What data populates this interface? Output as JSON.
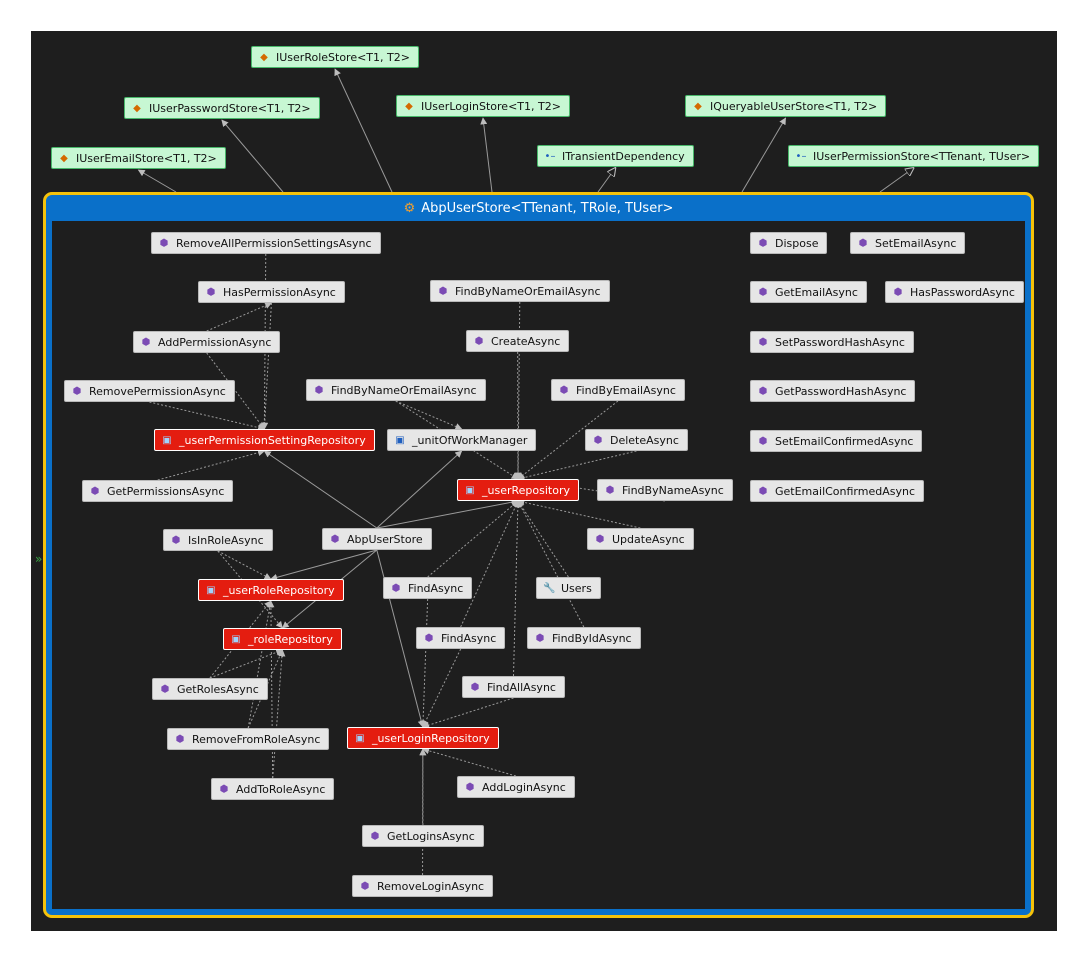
{
  "diagram": {
    "class_title": "AbpUserStore<TTenant, TRole, TUser>",
    "interfaces": [
      {
        "id": "i1",
        "label": "IUserRoleStore<T1, T2>"
      },
      {
        "id": "i2",
        "label": "IUserPasswordStore<T1, T2>"
      },
      {
        "id": "i3",
        "label": "IUserLoginStore<T1, T2>"
      },
      {
        "id": "i4",
        "label": "IQueryableUserStore<T1, T2>"
      },
      {
        "id": "i5",
        "label": "IUserEmailStore<T1, T2>"
      },
      {
        "id": "i6",
        "label": "ITransientDependency"
      },
      {
        "id": "i7",
        "label": "IUserPermissionStore<TTenant, TUser>"
      }
    ],
    "members": [
      {
        "id": "m1",
        "label": "RemoveAllPermissionSettingsAsync",
        "kind": "method"
      },
      {
        "id": "m2",
        "label": "HasPermissionAsync",
        "kind": "method"
      },
      {
        "id": "m3",
        "label": "FindByNameOrEmailAsync",
        "kind": "method"
      },
      {
        "id": "m4",
        "label": "AddPermissionAsync",
        "kind": "method"
      },
      {
        "id": "m5",
        "label": "CreateAsync",
        "kind": "method"
      },
      {
        "id": "m6",
        "label": "RemovePermissionAsync",
        "kind": "method"
      },
      {
        "id": "m7",
        "label": "FindByNameOrEmailAsync",
        "kind": "method"
      },
      {
        "id": "m8",
        "label": "FindByEmailAsync",
        "kind": "method"
      },
      {
        "id": "f1",
        "label": "_userPermissionSettingRepository",
        "kind": "field"
      },
      {
        "id": "f2",
        "label": "_unitOfWorkManager",
        "kind": "field-plain"
      },
      {
        "id": "m9",
        "label": "DeleteAsync",
        "kind": "method"
      },
      {
        "id": "m10",
        "label": "GetPermissionsAsync",
        "kind": "method"
      },
      {
        "id": "f3",
        "label": "_userRepository",
        "kind": "field"
      },
      {
        "id": "m11",
        "label": "FindByNameAsync",
        "kind": "method"
      },
      {
        "id": "m12",
        "label": "IsInRoleAsync",
        "kind": "method"
      },
      {
        "id": "m13",
        "label": "AbpUserStore",
        "kind": "method"
      },
      {
        "id": "m14",
        "label": "UpdateAsync",
        "kind": "method"
      },
      {
        "id": "f4",
        "label": "_userRoleRepository",
        "kind": "field"
      },
      {
        "id": "m15",
        "label": "FindAsync",
        "kind": "method"
      },
      {
        "id": "p1",
        "label": "Users",
        "kind": "property"
      },
      {
        "id": "f5",
        "label": "_roleRepository",
        "kind": "field"
      },
      {
        "id": "m16",
        "label": "FindAsync",
        "kind": "method"
      },
      {
        "id": "m17",
        "label": "FindByIdAsync",
        "kind": "method"
      },
      {
        "id": "m18",
        "label": "GetRolesAsync",
        "kind": "method"
      },
      {
        "id": "m19",
        "label": "FindAllAsync",
        "kind": "method"
      },
      {
        "id": "m20",
        "label": "RemoveFromRoleAsync",
        "kind": "method"
      },
      {
        "id": "f6",
        "label": "_userLoginRepository",
        "kind": "field"
      },
      {
        "id": "m21",
        "label": "AddToRoleAsync",
        "kind": "method"
      },
      {
        "id": "m22",
        "label": "AddLoginAsync",
        "kind": "method"
      },
      {
        "id": "m23",
        "label": "GetLoginsAsync",
        "kind": "method"
      },
      {
        "id": "m24",
        "label": "RemoveLoginAsync",
        "kind": "method"
      },
      {
        "id": "m25",
        "label": "Dispose",
        "kind": "method"
      },
      {
        "id": "m26",
        "label": "SetEmailAsync",
        "kind": "method"
      },
      {
        "id": "m27",
        "label": "GetEmailAsync",
        "kind": "method"
      },
      {
        "id": "m28",
        "label": "HasPasswordAsync",
        "kind": "method"
      },
      {
        "id": "m29",
        "label": "SetPasswordHashAsync",
        "kind": "method"
      },
      {
        "id": "m30",
        "label": "GetPasswordHashAsync",
        "kind": "method"
      },
      {
        "id": "m31",
        "label": "SetEmailConfirmedAsync",
        "kind": "method"
      },
      {
        "id": "m32",
        "label": "GetEmailConfirmedAsync",
        "kind": "method"
      }
    ]
  },
  "colors": {
    "background": "#1e1e1e",
    "frame_border": "#f5c20a",
    "frame_header": "#0a70c9",
    "interface_fill": "#c7f7d3",
    "field_fill": "#e41d10",
    "method_fill": "#e6e6e6"
  }
}
